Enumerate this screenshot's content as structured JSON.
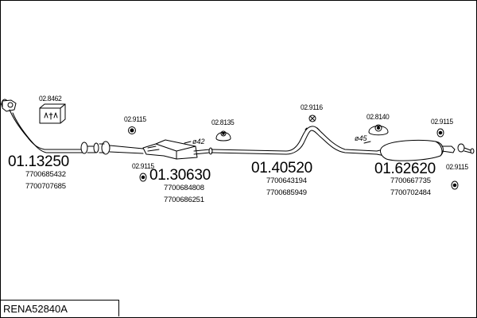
{
  "reference": "RENA52840A",
  "colors": {
    "line": "#000000",
    "background": "#ffffff"
  },
  "assemblies": [
    {
      "part": "01.13250",
      "oe": [
        "7700685432",
        "7700707685"
      ]
    },
    {
      "part": "01.30630",
      "oe": [
        "7700684808",
        "7700686251"
      ]
    },
    {
      "part": "01.40520",
      "oe": [
        "7700643194",
        "7700685949"
      ]
    },
    {
      "part": "01.62620",
      "oe": [
        "7700667735",
        "7700702484"
      ]
    }
  ],
  "fittings": [
    {
      "part": "02.8462",
      "icon": "clamp-kit-box-icon"
    },
    {
      "part": "02.9115",
      "icon": "rubber-ring-icon"
    },
    {
      "part": "02.9115",
      "icon": "rubber-ring-icon"
    },
    {
      "part": "02.8135",
      "icon": "rubber-hanger-icon"
    },
    {
      "part": "02.9116",
      "icon": "rubber-ring-icon"
    },
    {
      "part": "02.8140",
      "icon": "rubber-hanger-icon"
    },
    {
      "part": "02.9115",
      "icon": "rubber-ring-icon"
    },
    {
      "part": "02.9115",
      "icon": "rubber-ring-icon"
    }
  ],
  "diameters": [
    "ø42",
    "ø45"
  ]
}
